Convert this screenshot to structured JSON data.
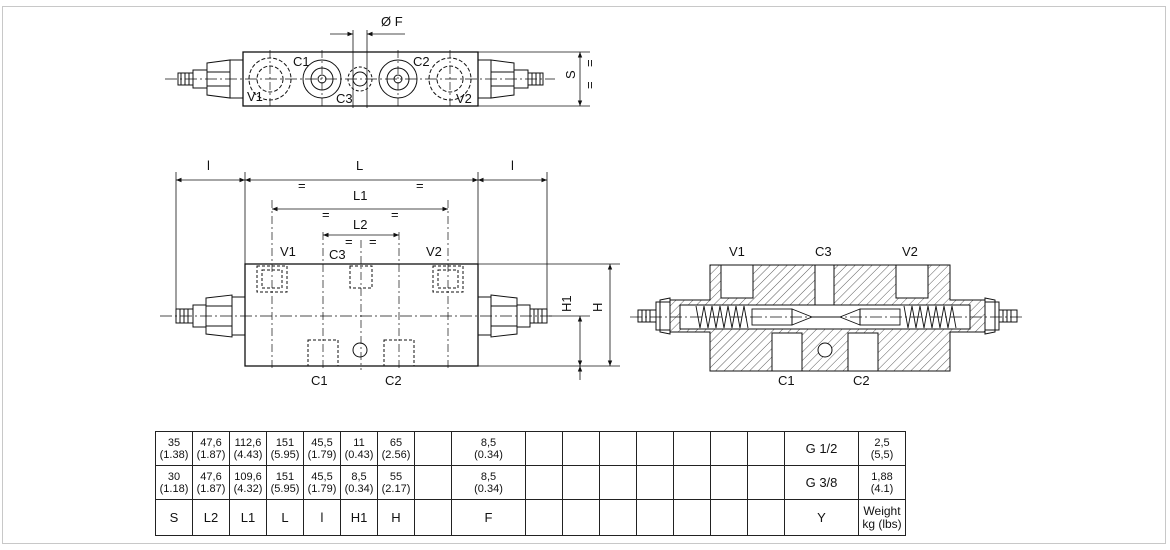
{
  "top_view": {
    "label_c1": "C1",
    "label_c2": "C2",
    "label_c3": "C3",
    "label_v1": "V1",
    "label_v2": "V2",
    "dim_phi_f": "Ø F",
    "dim_s": "S",
    "eq1": "=",
    "eq2": "="
  },
  "front_view": {
    "dim_l": "L",
    "dim_l1": "L1",
    "dim_l2": "L2",
    "dim_i_left": "l",
    "dim_i_right": "l",
    "dim_h1": "H1",
    "dim_h": "H",
    "label_v1": "V1",
    "label_v2": "V2",
    "label_c3": "C3",
    "label_c1": "C1",
    "label_c2": "C2",
    "eq": "="
  },
  "section_view": {
    "label_v1": "V1",
    "label_c3": "C3",
    "label_v2": "V2",
    "label_c1": "C1",
    "label_c2": "C2"
  },
  "table": {
    "rows": [
      [
        "35",
        "(1.38)",
        "47,6",
        "(1.87)",
        "112,6",
        "(4.43)",
        "151",
        "(5.95)",
        "45,5",
        "(1.79)",
        "11",
        "(0.43)",
        "65",
        "(2.56)",
        "8,5",
        "(0.34)",
        "G 1/2",
        "2,5",
        "(5,5)"
      ],
      [
        "30",
        "(1.18)",
        "47,6",
        "(1.87)",
        "109,6",
        "(4.32)",
        "151",
        "(5.95)",
        "45,5",
        "(1.79)",
        "8,5",
        "(0.34)",
        "55",
        "(2.17)",
        "8,5",
        "(0.34)",
        "G 3/8",
        "1,88",
        "(4.1)"
      ]
    ],
    "headers": [
      "S",
      "L2",
      "L1",
      "L",
      "l",
      "H1",
      "H",
      "F",
      "Y",
      "Weight",
      "kg (lbs)"
    ]
  }
}
